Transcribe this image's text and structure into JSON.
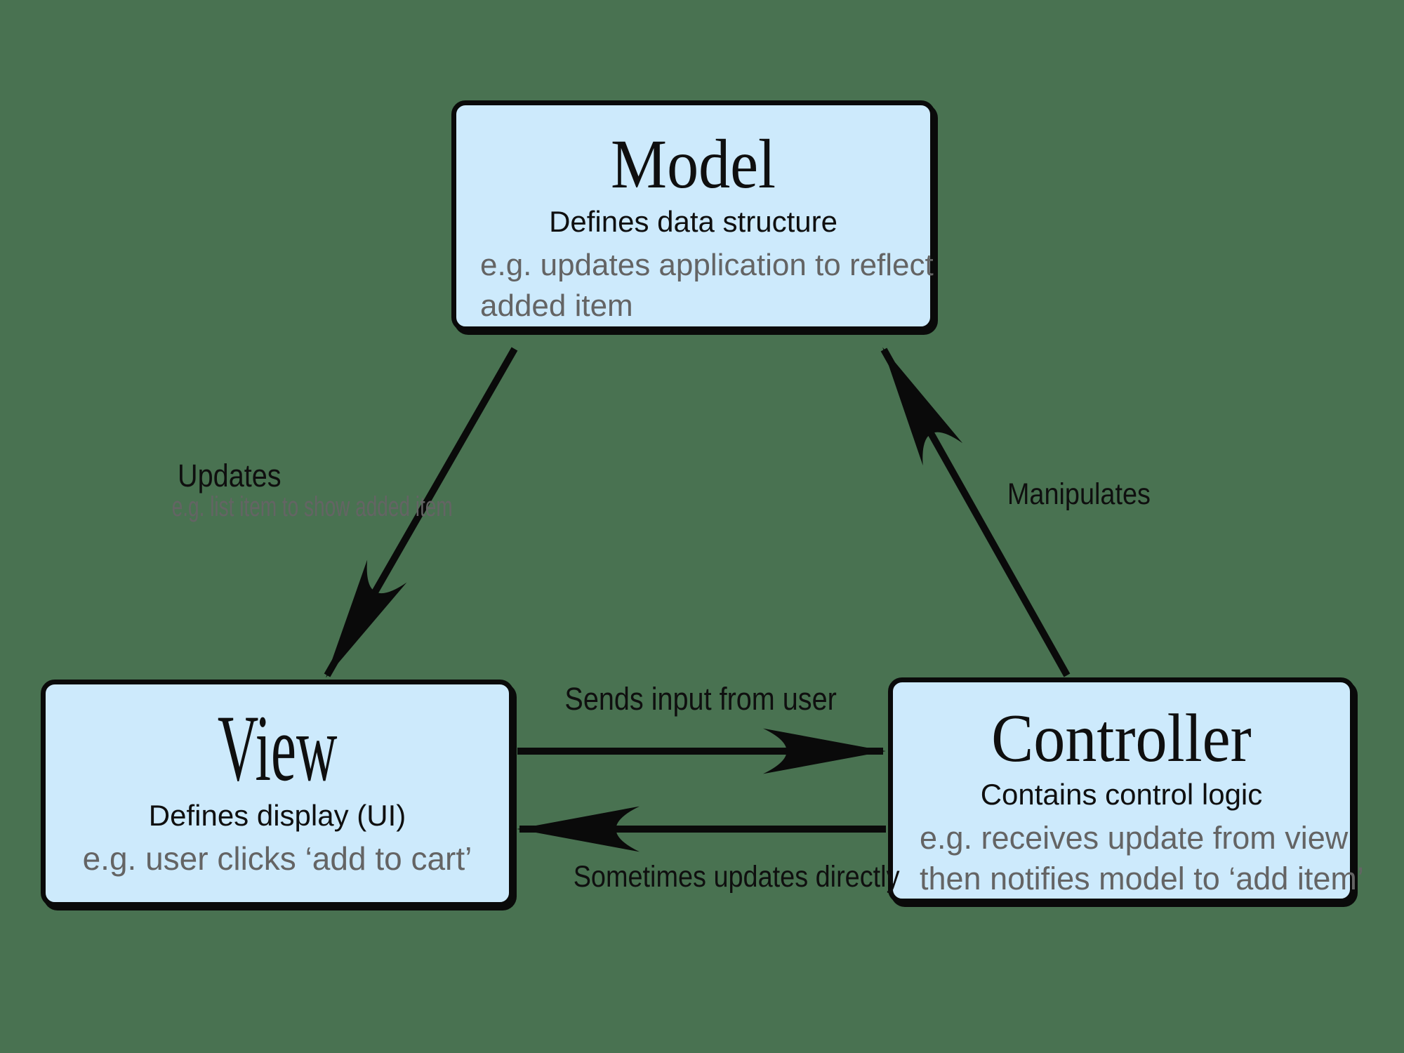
{
  "colors": {
    "background": "#497251",
    "box_fill": "#cdeafc",
    "box_border": "#0a0a0a",
    "text_black": "#0f0f0f",
    "text_gray": "#646464",
    "arrow_black": "#0a0a0a"
  },
  "boxes": {
    "model": {
      "title": "Model",
      "subtitle": "Defines data structure",
      "example_lines": [
        "e.g. updates application to reflect",
        "added item"
      ]
    },
    "view": {
      "title": "View",
      "subtitle": "Defines display (UI)",
      "example_lines": [
        "e.g. user clicks ‘add to cart’"
      ]
    },
    "controller": {
      "title": "Controller",
      "subtitle": "Contains control logic",
      "example_lines": [
        "e.g. receives update from view",
        "then notifies model to ‘add item’"
      ]
    }
  },
  "arrows": {
    "model_to_view": {
      "label": "Updates",
      "sublabel": "e.g. list item to show added item"
    },
    "controller_to_model": {
      "label": "Manipulates"
    },
    "view_to_controller": {
      "label": "Sends input from user"
    },
    "controller_to_view": {
      "label": "Sometimes updates directly"
    }
  }
}
